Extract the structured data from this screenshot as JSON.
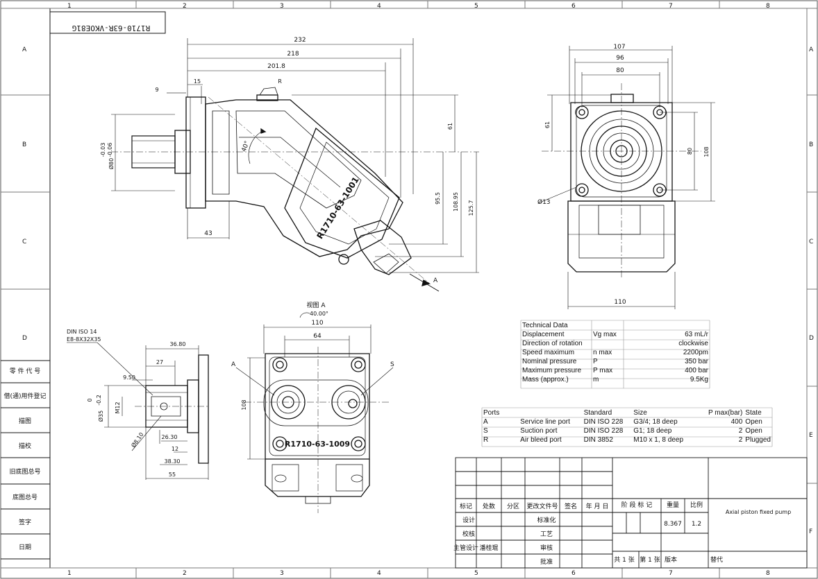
{
  "sheet": {
    "col_numbers": [
      "1",
      "2",
      "3",
      "4",
      "5",
      "6",
      "7",
      "8"
    ],
    "row_letters": [
      "A",
      "B",
      "C",
      "D",
      "E",
      "F"
    ],
    "mirrored_code": "R1710-63R-VKOE81G"
  },
  "left_labels": [
    "零 件 代 号",
    "借(通)用件登记",
    "描图",
    "描校",
    "旧底图总号",
    "底图总号",
    "签字",
    "日期"
  ],
  "main_view": {
    "dims_top": [
      "232",
      "218",
      "201.8"
    ],
    "dim_15": "15",
    "dim_9": "9",
    "dim_r": "R",
    "dim_shaft_a": "-0.03",
    "dim_shaft_b": "-0.06",
    "dim_shaft_dia": "Ø80",
    "angle": "40°",
    "dim_61": "61",
    "dim_95": "95.5",
    "dim_108": "108.95",
    "dim_125": "125.7",
    "dim_43": "43",
    "body_label": "R1710-63-1001",
    "view_arrow": "A"
  },
  "right_view": {
    "dims_top": [
      "107",
      "96",
      "80"
    ],
    "dim_61": "61",
    "dim_80": "80",
    "dim_108": "108",
    "dim_13": "Ø13",
    "dim_110": "110"
  },
  "view_a": {
    "title": "视图 A",
    "angle": "40.00°",
    "dim_110": "110",
    "dim_64": "64",
    "dim_108": "108",
    "label_a": "A",
    "label_s": "S",
    "body_label": "R1710-63-1009"
  },
  "shaft_detail": {
    "spec1": "DIN ISO 14",
    "spec2": "E8-8X32X35",
    "dim_3680": "36.80",
    "dim_27": "27",
    "dim_950": "9.50",
    "dim_0": "0",
    "dim_02": "-0.2",
    "dim_35": "Ø35",
    "dim_m12": "M12",
    "dim_810": "Ø8.10",
    "dim_2630": "26.30",
    "dim_12": "12",
    "dim_3830": "38.30",
    "dim_55": "55"
  },
  "tech_table": {
    "header": "Technical Data",
    "rows": [
      {
        "name": "Displacement",
        "sym": "Vg max",
        "val": "63 mL/r"
      },
      {
        "name": "Direction of rotation",
        "sym": "",
        "val": "clockwise"
      },
      {
        "name": "Speed maximum",
        "sym": "n max",
        "val": "2200pm"
      },
      {
        "name": "Nominal pressure",
        "sym": "P",
        "val": "350 bar"
      },
      {
        "name": "Maximum pressure",
        "sym": "P max",
        "val": "400 bar"
      },
      {
        "name": "Mass (approx.)",
        "sym": "m",
        "val": "9.5Kg"
      }
    ]
  },
  "ports_table": {
    "headers": [
      "Ports",
      "",
      "Standard",
      "Size",
      "P max(bar)",
      "State"
    ],
    "rows": [
      {
        "port": "A",
        "name": "Service line port",
        "std": "DIN ISO 228",
        "size": "G3/4; 18 deep",
        "p": "400",
        "state": "Open"
      },
      {
        "port": "S",
        "name": "Suction port",
        "std": "DIN ISO 228",
        "size": "G1;  18 deep",
        "p": "2",
        "state": "Open"
      },
      {
        "port": "R",
        "name": "Air bleed port",
        "std": "DIN 3852",
        "size": "M10 x 1, 8 deep",
        "p": "2",
        "state": "Plugged"
      }
    ]
  },
  "title_block": {
    "rev_headers": [
      "标记",
      "处数",
      "分区",
      "更改文件号",
      "签名",
      "年 月 日"
    ],
    "left_rows": [
      "设计",
      "校核",
      "主管设计"
    ],
    "mid_labels": [
      "标准化",
      "工艺",
      "审核",
      "批准"
    ],
    "drafter": "潘桂琨",
    "stage": "阶 段 标 记",
    "weight_label": "重量",
    "ratio_label": "比例",
    "weight": "8.367",
    "ratio": "1.2",
    "sheet_total": "共 1 张",
    "sheet_no": "第 1 张",
    "version": "版本",
    "replace": "替代",
    "title": "Axial piston fixed pump"
  }
}
